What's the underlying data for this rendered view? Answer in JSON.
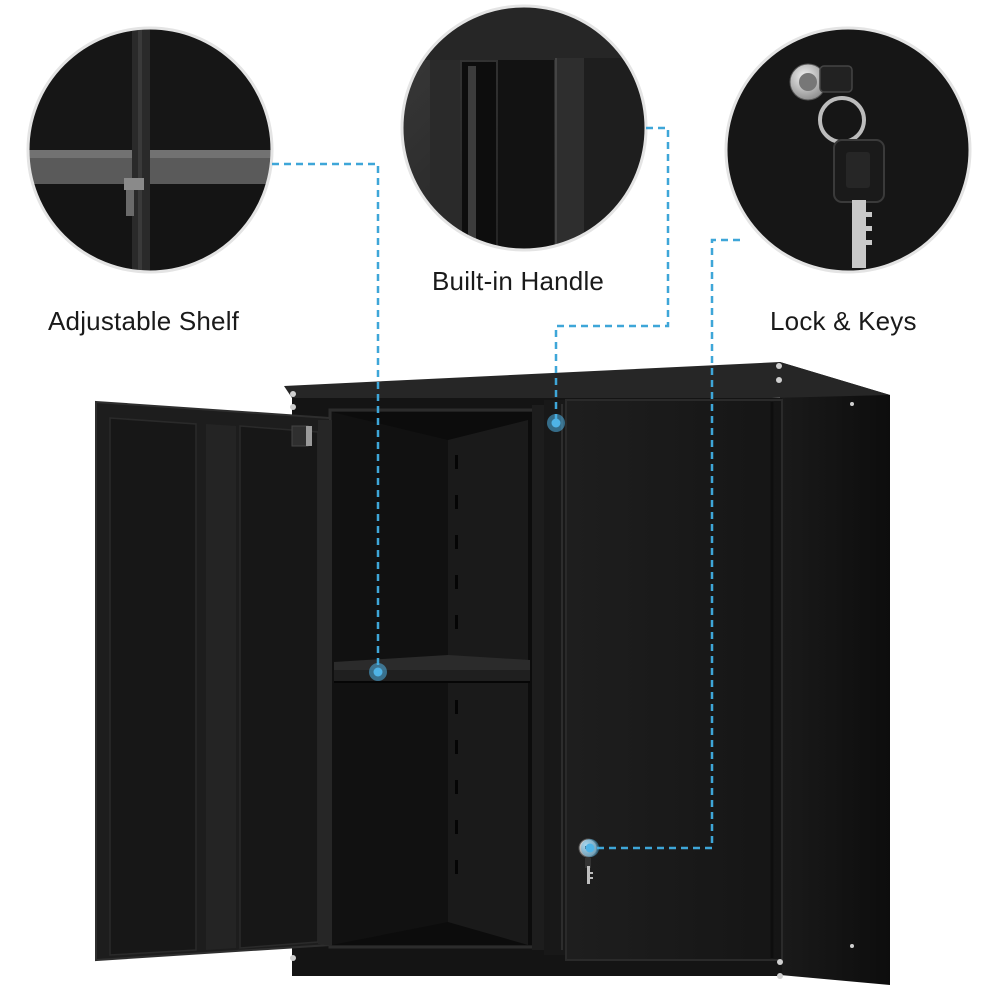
{
  "callouts": {
    "adjustable_shelf": "Adjustable Shelf",
    "built_in_handle": "Built-in Handle",
    "lock_keys": "Lock & Keys"
  },
  "colors": {
    "cabinet_dark": "#131313",
    "cabinet_mid": "#222222",
    "callout_line": "#3ea6d8",
    "callout_dot": "#4fb3e6",
    "label_text": "#1a1a1a"
  },
  "icons": [
    "lock-icon",
    "key-icon"
  ]
}
